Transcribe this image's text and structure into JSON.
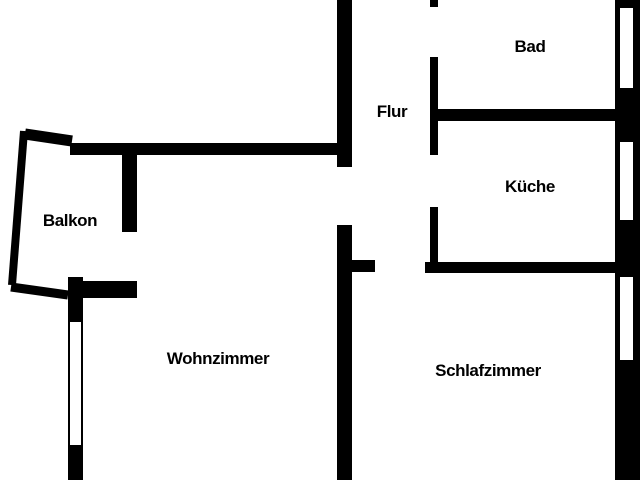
{
  "floorplan": {
    "type": "apartment-floor-plan",
    "background_color": "#ffffff",
    "wall_color": "#000000",
    "rooms": [
      {
        "id": "bad",
        "label": "Bad"
      },
      {
        "id": "flur",
        "label": "Flur"
      },
      {
        "id": "kueche",
        "label": "Küche"
      },
      {
        "id": "balkon",
        "label": "Balkon"
      },
      {
        "id": "wohnzimmer",
        "label": "Wohnzimmer"
      },
      {
        "id": "schlafzimmer",
        "label": "Schlafzimmer"
      }
    ]
  }
}
